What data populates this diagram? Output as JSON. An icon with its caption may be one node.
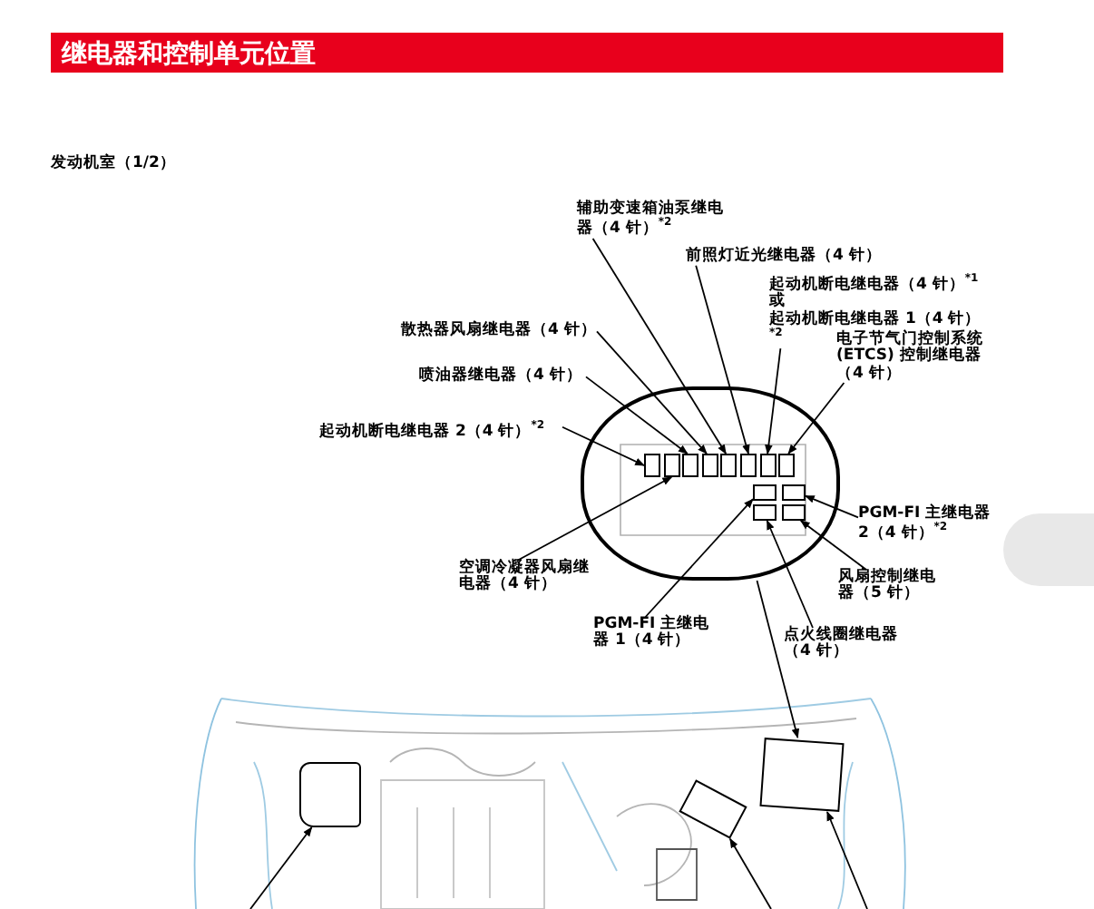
{
  "diagram": {
    "title": "继电器和控制单元位置",
    "nodes": [
      {
        "text": [
          "辅助变速箱油泵继电器（4 针）$^{*2}$"
        ]
      },
      {
        "text": [
          "前照灯近光继电器（4 针）"
        ]
      },
      {
        "text": [
          "起动机断电继电器（4 针）$^{*1}$",
          "或",
          "起动机断电继电器 1（4 针）$^{*2}$"
        ]
      },
      {
        "text": [
          "散热器风扇继电器（4 针）"
        ]
      },
      {
        "text": [
          "喷油器继电器（4 针）"
        ]
      },
      {
        "text": [
          "电子节气门控制系统 (ETCS) 控制继电器（4 针）"
        ]
      },
      {
        "text": [
          "起动机断电继电器 2（4 针）$^{*2}$"
        ]
      },
      {
        "text": [],
        "shape": "box"
      },
      {
        "text": [],
        "shape": "box",
        "in": 7
      },
      {
        "text": [],
        "shape": "box",
        "in": 7
      },
      {
        "text": [],
        "shape": "box",
        "in": 7
      },
      {
        "text": [],
        "shape": "box",
        "in": 7
      },
      {
        "text": [],
        "shape": "box",
        "in": 7
      },
      {
        "text": [],
        "shape": "box",
        "in": 7
      },
      {
        "text": [],
        "shape": "box",
        "in": 7
      },
      {
        "text": [],
        "shape": "box",
        "in": 7
      },
      {
        "text": [],
        "shape": "box",
        "in": 7
      },
      {
        "text": [],
        "shape": "box",
        "in": 7
      },
      {
        "text": [],
        "shape": "box",
        "in": 7
      },
      {
        "text": [],
        "shape": "box",
        "in": 7
      },
      {
        "text": [
          "PGM-FI 主继电器 2（4 针）$^{*2}$"
        ]
      },
      {
        "text": [
          "空调冷凝器风扇继电器（4 针）"
        ]
      },
      {
        "text": [
          "风扇控制继电器（5 针）"
        ]
      },
      {
        "text": [
          "PGM-FI 主继电器 1（4 针）"
        ]
      },
      {
        "text": [
          "点火线圈继电器（4 针）"
        ]
      },
      {
        "text": [],
        "shape": "box"
      },
      {
        "text": [],
        "shape": "box"
      },
      {
        "text": [],
        "shape": "box"
      }
    ],
    "edges": [
      {
        "from": 6,
        "to": 8,
        "arrow": "to"
      },
      {
        "from": 4,
        "to": 10,
        "arrow": "to"
      },
      {
        "from": 3,
        "to": 11,
        "arrow": "to"
      },
      {
        "from": 0,
        "to": 12,
        "arrow": "to"
      },
      {
        "from": 1,
        "to": 13,
        "arrow": "to"
      },
      {
        "from": 2,
        "to": 14,
        "arrow": "to"
      },
      {
        "from": 5,
        "to": 15,
        "arrow": "to"
      },
      {
        "from": 21,
        "to": 9,
        "arrow": "to"
      },
      {
        "from": 23,
        "to": 16,
        "arrow": "to"
      },
      {
        "from": 20,
        "to": 17,
        "arrow": "to"
      },
      {
        "from": 24,
        "to": 18,
        "arrow": "to"
      },
      {
        "from": 22,
        "to": 19,
        "arrow": "to"
      },
      {
        "from": 7,
        "to": 25,
        "arrow": "to"
      },
      {
        "from": null,
        "to": 26,
        "arrow": "to"
      },
      {
        "from": null,
        "to": 27,
        "arrow": "to"
      },
      {
        "from": null,
        "to": 25,
        "arrow": "to"
      }
    ],
    "labels": [
      "发动机室（1/2）"
    ]
  }
}
